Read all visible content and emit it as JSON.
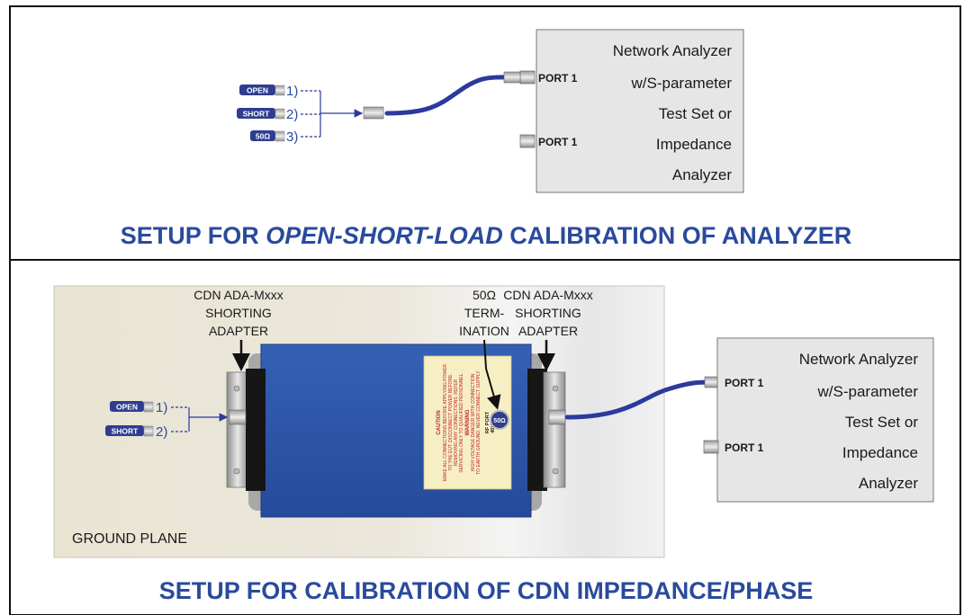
{
  "top_panel": {
    "analyzer": {
      "lines": [
        "Network Analyzer",
        "w/S-parameter",
        "Test Set or",
        "Impedance",
        "Analyzer"
      ],
      "port1_label": "PORT 1",
      "port2_label": "PORT 1"
    },
    "standards": [
      {
        "tag": "OPEN",
        "num": "1)"
      },
      {
        "tag": "SHORT",
        "num": "2)"
      },
      {
        "tag": "50Ω",
        "num": "3)"
      }
    ],
    "caption_a": "SETUP FOR ",
    "caption_b": "OPEN-SHORT-LOAD",
    "caption_c": " CALIBRATION OF ANALYZER"
  },
  "bottom_panel": {
    "left_adapter": [
      "CDN ADA-Mxxx",
      "SHORTING",
      "ADAPTER"
    ],
    "termination": [
      "50Ω",
      "TERM-",
      "INATION"
    ],
    "right_adapter": [
      "CDN ADA-Mxxx",
      "SHORTING",
      "ADAPTER"
    ],
    "ground_plane": "GROUND PLANE",
    "standards": [
      {
        "tag": "OPEN",
        "num": "1)"
      },
      {
        "tag": "SHORT",
        "num": "2)"
      }
    ],
    "label_card": {
      "caution_title": "CAUTION",
      "caution_text": [
        "MAKE ALL CONNECTIONS BEFORE APPLYING POWER",
        "TO THE EUT. DISCONNECT POWER BEFORE",
        "REMOVING ANY CONNECTIONS. REFER",
        "SERVICING ONLY TO QUALIFIED PERSONNEL."
      ],
      "warning_title": "WARNING",
      "warning_text": [
        "HIGH VOLTAGE DANGER WITH CONNECTION",
        "TO EARTH GROUND, NEVER CONNECT SUPPLY"
      ],
      "rf_port": [
        "RF PORT",
        "45V Max."
      ],
      "badge": "50Ω"
    },
    "analyzer": {
      "lines": [
        "Network Analyzer",
        "w/S-parameter",
        "Test Set or",
        "Impedance",
        "Analyzer"
      ],
      "port1_label": "PORT 1",
      "port2_label": "PORT 1"
    },
    "caption": "SETUP FOR CALIBRATION OF CDN IMPEDANCE/PHASE"
  },
  "colors": {
    "cable": "#2b3a9c",
    "caption": "#2a4a9c",
    "cdn_body": "#2c52a8",
    "tag_bg": "#2e3d8f"
  }
}
